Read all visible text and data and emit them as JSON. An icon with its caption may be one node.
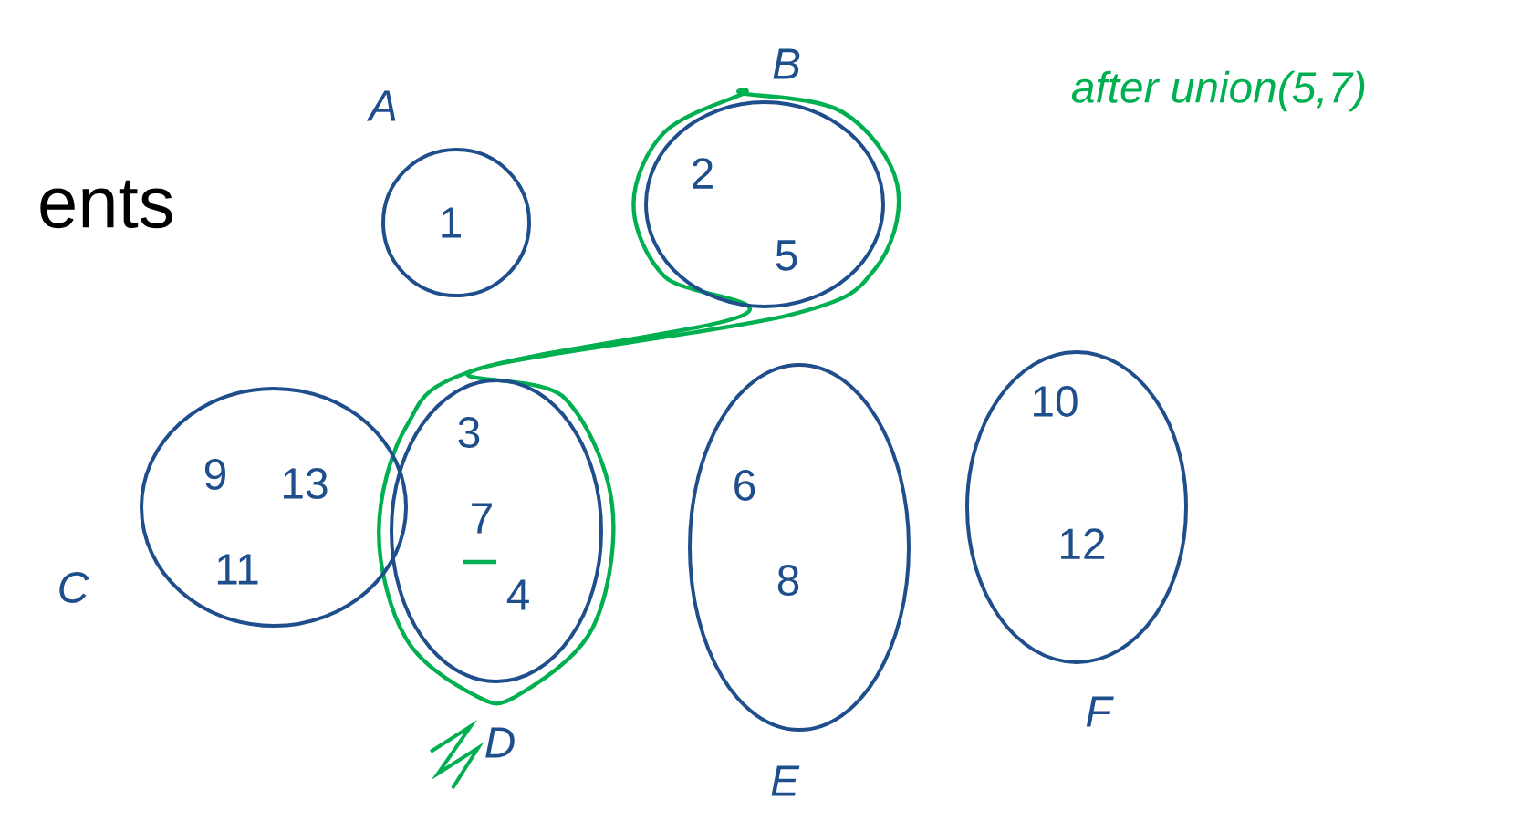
{
  "diagram": {
    "nodes": [
      {
        "text": [],
        "shape": "blob"
      },
      {
        "text": [
          "1"
        ],
        "beside": [
          "A"
        ]
      },
      {
        "text": [
          "2",
          "5"
        ],
        "beside": [
          "B"
        ],
        "in": 0
      },
      {
        "text": [
          "9",
          "13",
          "11"
        ],
        "beside": [
          "C"
        ]
      },
      {
        "text": [
          "3",
          "7",
          "4"
        ],
        "beside": [
          "D"
        ],
        "in": 0
      },
      {
        "text": [
          "6",
          "8"
        ],
        "beside": [
          "E"
        ]
      },
      {
        "text": [
          "10",
          "12"
        ],
        "beside": [
          "F"
        ]
      }
    ],
    "labels": [
      "ents",
      "after union(5,7)"
    ]
  }
}
